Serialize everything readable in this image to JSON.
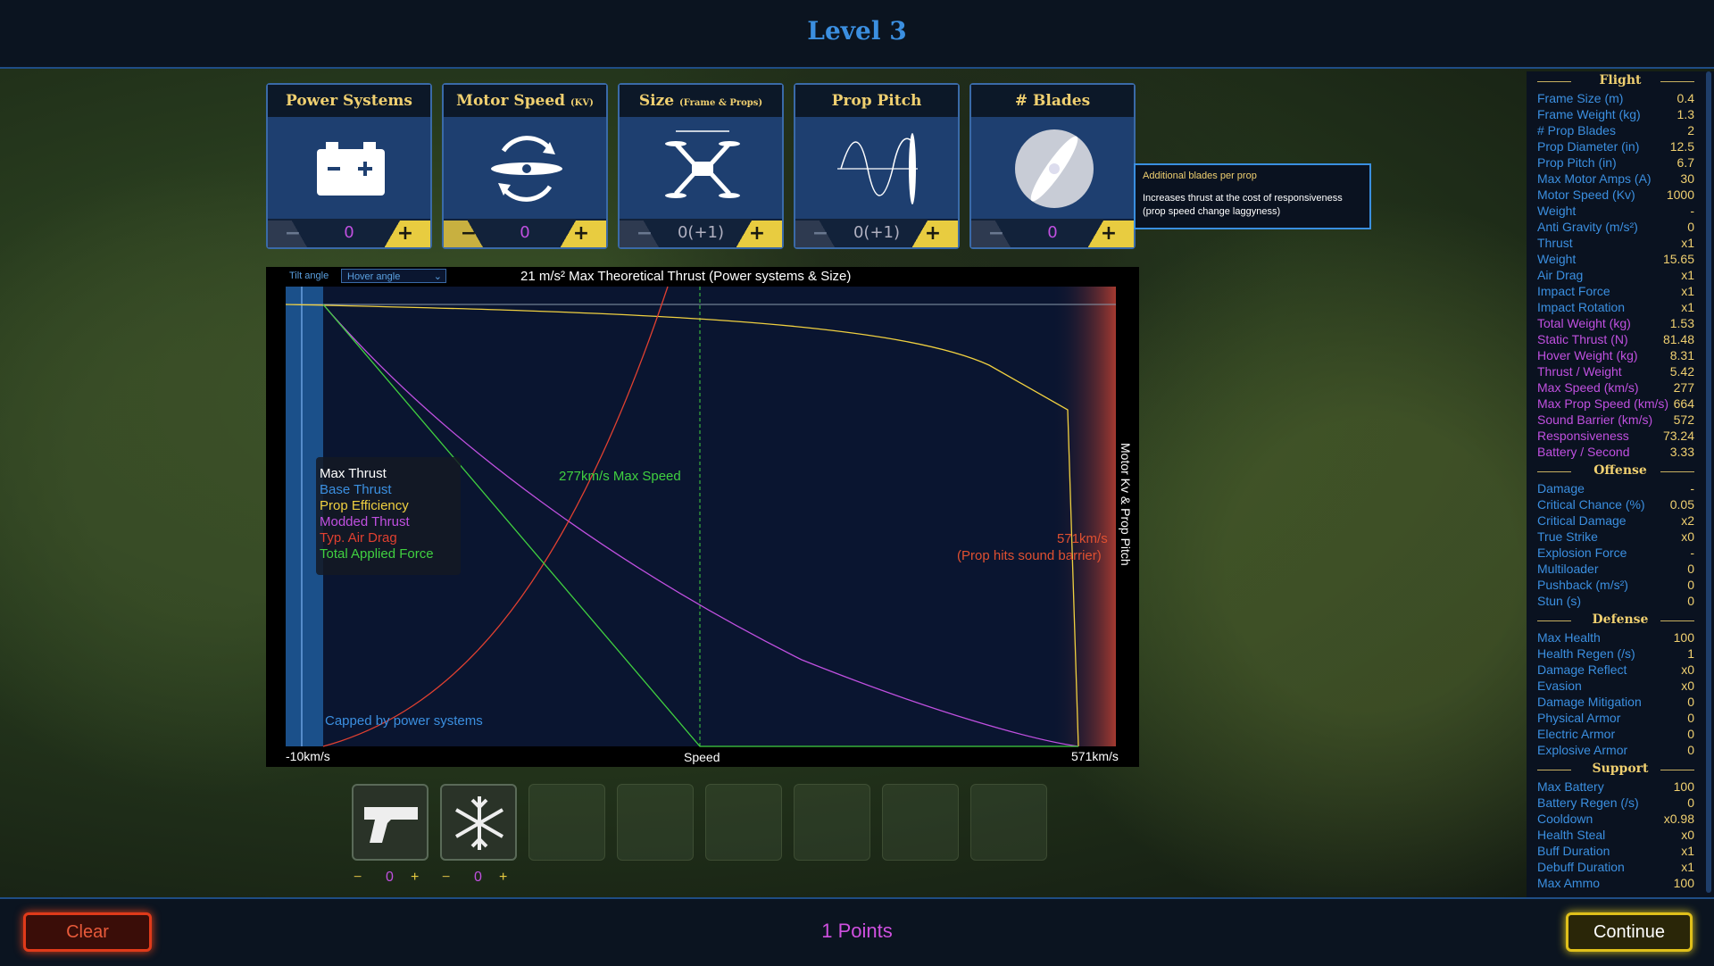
{
  "header": {
    "title": "Level 3"
  },
  "cards": [
    {
      "title": "Power Systems",
      "sub": "",
      "count": "0",
      "icon": "battery-icon"
    },
    {
      "title": "Motor Speed",
      "sub": "(KV)",
      "count": "0",
      "icon": "motor-propeller-icon"
    },
    {
      "title": "Size",
      "sub": "(Frame & Props)",
      "count": "0(+1)",
      "icon": "drone-frame-icon"
    },
    {
      "title": "Prop Pitch",
      "sub": "",
      "count": "0(+1)",
      "icon": "prop-pitch-wave-icon"
    },
    {
      "title": "# Blades",
      "sub": "",
      "count": "0",
      "icon": "propeller-blades-icon"
    }
  ],
  "card_controls": {
    "minus": "−",
    "plus": "+"
  },
  "tooltip": {
    "title": "Additional blades per prop",
    "body": "Increases thrust at the cost of responsiveness (prop speed change laggyness)"
  },
  "graph": {
    "tilt_label": "Tilt angle",
    "tilt_value": "Hover angle",
    "title": "21 m/s² Max Theoretical Thrust (Power systems & Size)",
    "legend": [
      "Max Thrust",
      "Base Thrust",
      "Prop Efficiency",
      "Modded Thrust",
      "Typ. Air Drag",
      "Total Applied Force"
    ],
    "legend_colors": [
      "#ffffff",
      "#3b8fe0",
      "#f0d040",
      "#c050e0",
      "#e04030",
      "#40d040"
    ],
    "max_speed_label": "277km/s Max Speed",
    "sound_barrier_label": "571km/s",
    "sound_barrier_note": "(Prop hits sound barrier)",
    "capped_label": "Capped by power systems",
    "x_min_label": "-10km/s",
    "x_label": "Speed",
    "x_max_label": "571km/s",
    "y_right_label": "Motor Kv & Prop Pitch"
  },
  "weapons": [
    {
      "icon": "pistol-icon",
      "count": "0"
    },
    {
      "icon": "snowflake-icon",
      "count": "0"
    }
  ],
  "stats": {
    "Flight": [
      [
        "Frame Size (m)",
        "0.4",
        "#3b8fe0"
      ],
      [
        "Frame Weight (kg)",
        "1.3",
        "#3b8fe0"
      ],
      [
        "# Prop Blades",
        "2",
        "#3b8fe0"
      ],
      [
        "Prop Diameter (in)",
        "12.5",
        "#3b8fe0"
      ],
      [
        "Prop Pitch (in)",
        "6.7",
        "#3b8fe0"
      ],
      [
        "Max Motor Amps (A)",
        "30",
        "#3b8fe0"
      ],
      [
        "Motor Speed (Kv)",
        "1000",
        "#3b8fe0"
      ],
      [
        "Weight",
        "-",
        "#3b8fe0"
      ],
      [
        "Anti Gravity (m/s²)",
        "0",
        "#3b8fe0"
      ],
      [
        "Thrust",
        "x1",
        "#3b8fe0"
      ],
      [
        "Weight",
        "15.65",
        "#3b8fe0"
      ],
      [
        "Air Drag",
        "x1",
        "#3b8fe0"
      ],
      [
        "Impact Force",
        "x1",
        "#3b8fe0"
      ],
      [
        "Impact Rotation",
        "x1",
        "#3b8fe0"
      ],
      [
        "Total Weight (kg)",
        "1.53",
        "#c050e0"
      ],
      [
        "Static Thrust (N)",
        "81.48",
        "#c050e0"
      ],
      [
        "Hover Weight (kg)",
        "8.31",
        "#c050e0"
      ],
      [
        "Thrust / Weight",
        "5.42",
        "#c050e0"
      ],
      [
        "Max Speed (km/s)",
        "277",
        "#c050e0"
      ],
      [
        "Max Prop Speed (km/s)",
        "664",
        "#c050e0"
      ],
      [
        "Sound Barrier (km/s)",
        "572",
        "#c050e0"
      ],
      [
        "Responsiveness",
        "73.24",
        "#c050e0"
      ],
      [
        "Battery / Second",
        "3.33",
        "#c050e0"
      ]
    ],
    "Offense": [
      [
        "Damage",
        "-",
        "#3b8fe0"
      ],
      [
        "Critical Chance (%)",
        "0.05",
        "#3b8fe0"
      ],
      [
        "Critical Damage",
        "x2",
        "#3b8fe0"
      ],
      [
        "True Strike",
        "x0",
        "#3b8fe0"
      ],
      [
        "Explosion Force",
        "-",
        "#3b8fe0"
      ],
      [
        "Multiloader",
        "0",
        "#3b8fe0"
      ],
      [
        "Pushback (m/s²)",
        "0",
        "#3b8fe0"
      ],
      [
        "Stun (s)",
        "0",
        "#3b8fe0"
      ]
    ],
    "Defense": [
      [
        "Max Health",
        "100",
        "#3b8fe0"
      ],
      [
        "Health Regen (/s)",
        "1",
        "#3b8fe0"
      ],
      [
        "Damage Reflect",
        "x0",
        "#3b8fe0"
      ],
      [
        "Evasion",
        "x0",
        "#3b8fe0"
      ],
      [
        "Damage Mitigation",
        "0",
        "#3b8fe0"
      ],
      [
        "Physical Armor",
        "0",
        "#3b8fe0"
      ],
      [
        "Electric Armor",
        "0",
        "#3b8fe0"
      ],
      [
        "Explosive Armor",
        "0",
        "#3b8fe0"
      ]
    ],
    "Support": [
      [
        "Max Battery",
        "100",
        "#3b8fe0"
      ],
      [
        "Battery Regen (/s)",
        "0",
        "#3b8fe0"
      ],
      [
        "Cooldown",
        "x0.98",
        "#3b8fe0"
      ],
      [
        "Health Steal",
        "x0",
        "#3b8fe0"
      ],
      [
        "Buff Duration",
        "x1",
        "#3b8fe0"
      ],
      [
        "Debuff Duration",
        "x1",
        "#3b8fe0"
      ],
      [
        "Max Ammo",
        "100",
        "#3b8fe0"
      ]
    ]
  },
  "footer": {
    "clear": "Clear",
    "points": "1 Points",
    "continue": "Continue"
  }
}
